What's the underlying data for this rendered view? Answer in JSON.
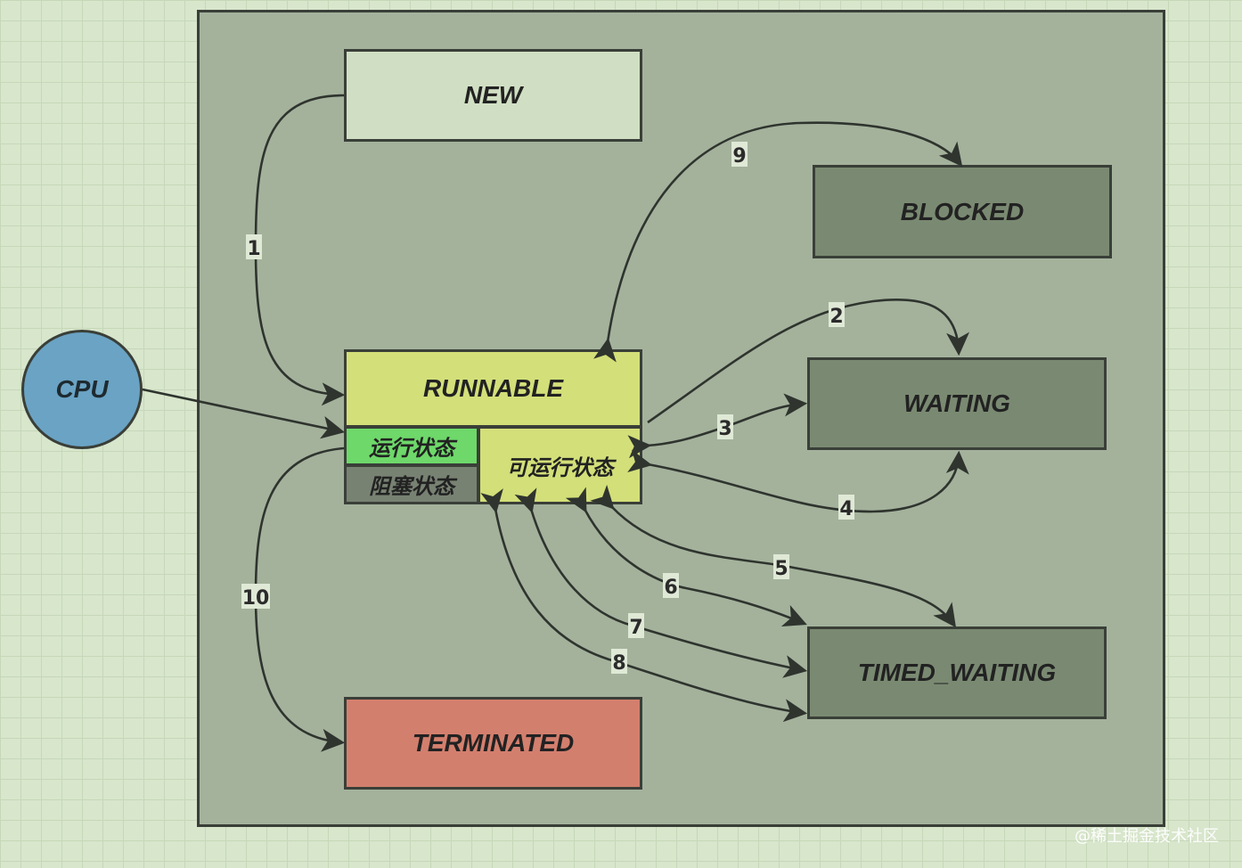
{
  "states": {
    "new": "NEW",
    "runnable": "RUNNABLE",
    "running": "运行状态",
    "blocked_sub": "阻塞状态",
    "ready": "可运行状态",
    "blocked": "BLOCKED",
    "waiting": "WAITING",
    "timed_waiting": "TIMED_WAITING",
    "terminated": "TERMINATED"
  },
  "cpu": "CPU",
  "transitions": [
    "1",
    "2",
    "3",
    "4",
    "5",
    "6",
    "7",
    "8",
    "9",
    "10"
  ],
  "watermark": "@稀土掘金技术社区",
  "colors": {
    "background": "#d8e6cc",
    "frame": "#a4b29c",
    "new": "#d0dfc3",
    "runnable": "#d3df79",
    "running": "#6ed86a",
    "blocked_sub": "#788273",
    "dark_state": "#7a8a72",
    "terminated": "#d37f6e",
    "cpu": "#6aa3c4"
  }
}
